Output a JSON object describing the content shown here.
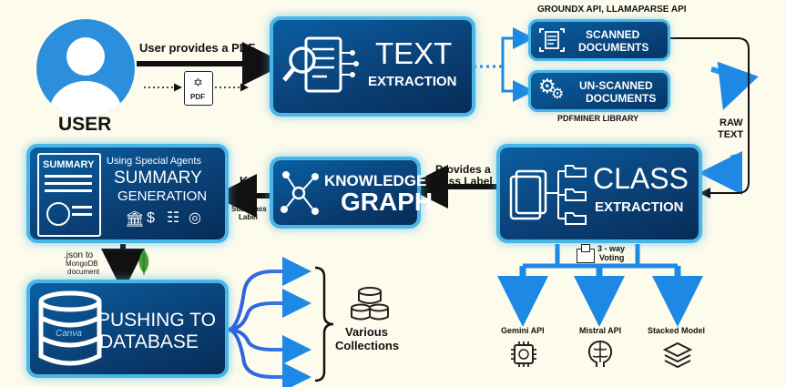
{
  "user": {
    "label": "USER"
  },
  "arrows": {
    "user_provides": "User provides a PDF",
    "raw_text": [
      "RAW",
      "TEXT"
    ],
    "provides_class": [
      "Provides a",
      "Class Label"
    ],
    "kg": "KG",
    "sub_class": [
      "Sub Class",
      "Label"
    ],
    "json_to": [
      ".json to",
      "MongoDB",
      "document"
    ],
    "voting": [
      "3 - way",
      "Voting"
    ]
  },
  "pdf_icon": {
    "label": "PDF"
  },
  "text_extraction": {
    "title": "TEXT",
    "subtitle": "EXTRACTION"
  },
  "scanned": {
    "top_note": "GROUNDX API, LLAMAPARSE API",
    "lines": [
      "SCANNED",
      "DOCUMENTS"
    ]
  },
  "unscanned": {
    "lines": [
      "UN-SCANNED",
      "DOCUMENTS"
    ],
    "bottom_note": "PDFMINER LIBRARY"
  },
  "class_extraction": {
    "title": "CLASS",
    "subtitle": "EXTRACTION"
  },
  "knowledge_graph": {
    "line1": "KNOWLEDGE",
    "line2": "GRAPH"
  },
  "summary": {
    "note": "Using Special Agents",
    "title": "SUMMARY",
    "subtitle": "GENERATION",
    "doc_heading": "SUMMARY"
  },
  "database": {
    "line1": "PUSHING TO",
    "line2": "DATABASE",
    "logo": "Canva"
  },
  "collections": {
    "lines": [
      "Various",
      "Collections"
    ]
  },
  "models": [
    {
      "name": "Gemini API",
      "icon": "chip-icon"
    },
    {
      "name": "Mistral API",
      "icon": "brain-icon"
    },
    {
      "name": "Stacked Model",
      "icon": "layers-icon"
    }
  ],
  "colors": {
    "box": "#0a4a8a",
    "glow": "#49b6e8",
    "arrow_blue": "#1e88e5",
    "mongo_green": "#3fa037"
  }
}
